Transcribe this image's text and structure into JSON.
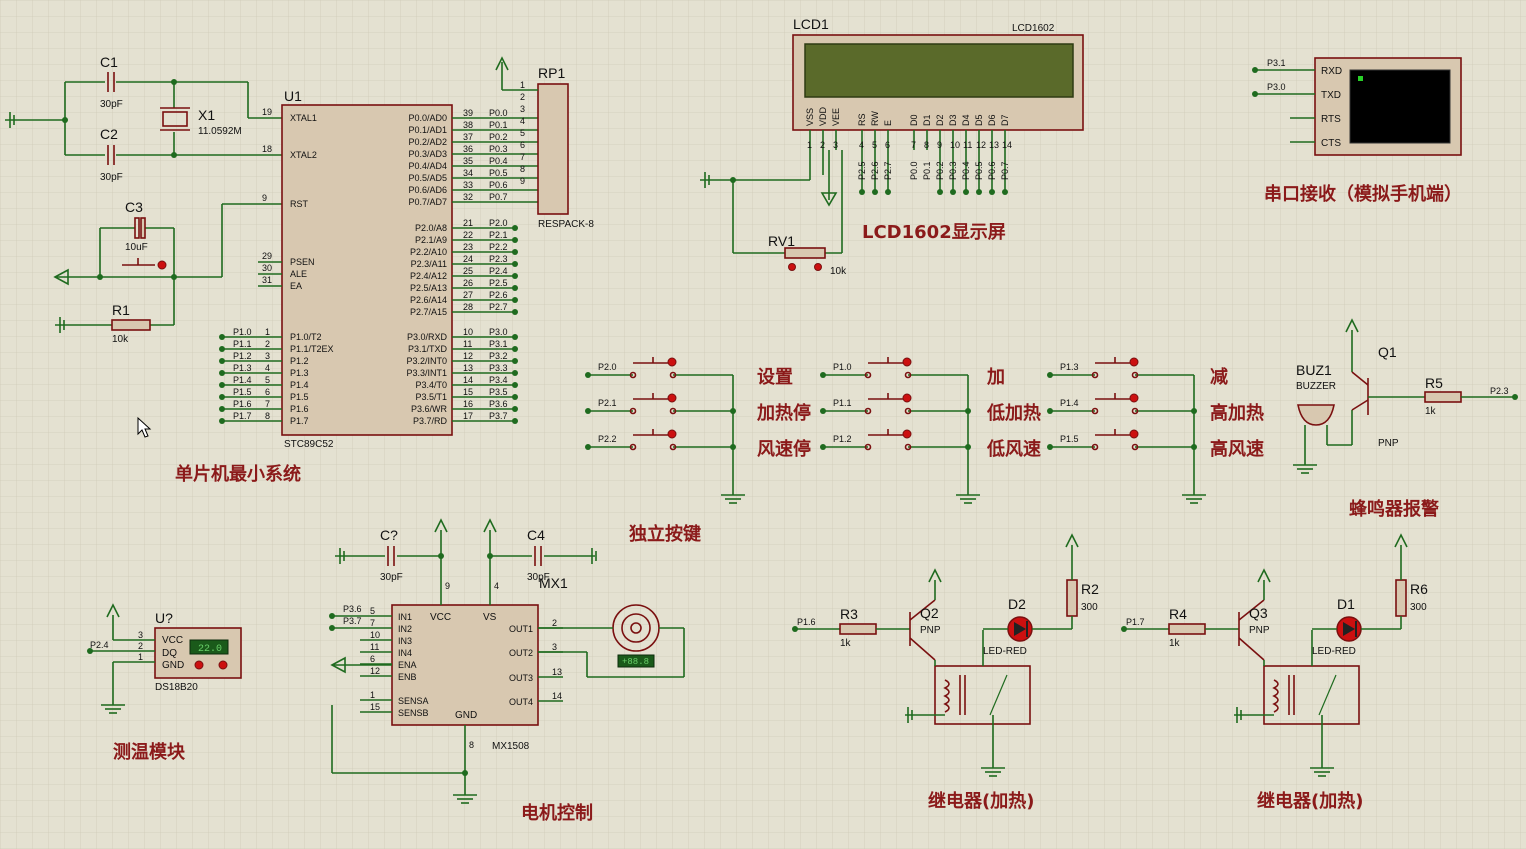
{
  "labels": {
    "c1": "C1",
    "c1_val": "30pF",
    "c2": "C2",
    "c2_val": "30pF",
    "x1": "X1",
    "x1_val": "11.0592M",
    "c3": "C3",
    "c3_val": "10uF",
    "r1": "R1",
    "r1_val": "10k",
    "u1": "U1",
    "u1_part": "STC89C52",
    "rp1": "RP1",
    "rp1_part": "RESPACK-8",
    "lcd1": "LCD1",
    "lcd_part": "LCD1602",
    "rv1": "RV1",
    "rv1_val": "10k",
    "buz1": "BUZ1",
    "buz_part": "BUZZER",
    "q1": "Q1",
    "q1_type": "PNP",
    "r5": "R5",
    "r5_val": "1k",
    "p23": "P2.3",
    "cq": "C?",
    "cq_val": "30pF",
    "c4": "C4",
    "c4_val": "30pF",
    "mx1": "MX1",
    "mx_part": "MX1508",
    "uq": "U?",
    "ds_part": "DS18B20",
    "ds_temp": "22.0",
    "motor_readout": "+88.8",
    "q2": "Q2",
    "q2_type": "PNP",
    "r3": "R3",
    "r3_val": "1k",
    "d2": "D2",
    "d2_part": "LED-RED",
    "r2": "R2",
    "r2_val": "300",
    "q3": "Q3",
    "q3_type": "PNP",
    "r4": "R4",
    "r4_val": "1k",
    "d1": "D1",
    "d1_part": "LED-RED",
    "r6": "R6",
    "r6_val": "300",
    "p16": "P1.6",
    "p17": "P1.7",
    "p24": "P2.4",
    "p36": "P3.6",
    "p37": "P3.7",
    "p31": "P3.1",
    "p30": "P3.0",
    "rxd": "RXD",
    "txd": "TXD",
    "rts": "RTS",
    "cts": "CTS"
  },
  "mcu": {
    "left_pins": [
      {
        "num": "19",
        "name": "XTAL1"
      },
      {
        "num": "18",
        "name": "XTAL2"
      },
      {
        "num": "9",
        "name": "RST"
      },
      {
        "num": "29",
        "name": "PSEN"
      },
      {
        "num": "30",
        "name": "ALE"
      },
      {
        "num": "31",
        "name": "EA"
      }
    ],
    "p1_pins": [
      {
        "num": "1",
        "name": "P1.0/T2",
        "net": "P1.0"
      },
      {
        "num": "2",
        "name": "P1.1/T2EX",
        "net": "P1.1"
      },
      {
        "num": "3",
        "name": "P1.2",
        "net": "P1.2"
      },
      {
        "num": "4",
        "name": "P1.3",
        "net": "P1.3"
      },
      {
        "num": "5",
        "name": "P1.4",
        "net": "P1.4"
      },
      {
        "num": "6",
        "name": "P1.5",
        "net": "P1.5"
      },
      {
        "num": "7",
        "name": "P1.6",
        "net": "P1.6"
      },
      {
        "num": "8",
        "name": "P1.7",
        "net": "P1.7"
      }
    ],
    "p0_pins": [
      {
        "num": "39",
        "name": "P0.0/AD0",
        "net": "P0.0"
      },
      {
        "num": "38",
        "name": "P0.1/AD1",
        "net": "P0.1"
      },
      {
        "num": "37",
        "name": "P0.2/AD2",
        "net": "P0.2"
      },
      {
        "num": "36",
        "name": "P0.3/AD3",
        "net": "P0.3"
      },
      {
        "num": "35",
        "name": "P0.4/AD4",
        "net": "P0.4"
      },
      {
        "num": "34",
        "name": "P0.5/AD5",
        "net": "P0.5"
      },
      {
        "num": "33",
        "name": "P0.6/AD6",
        "net": "P0.6"
      },
      {
        "num": "32",
        "name": "P0.7/AD7",
        "net": "P0.7"
      }
    ],
    "p2_pins": [
      {
        "num": "21",
        "name": "P2.0/A8",
        "net": "P2.0"
      },
      {
        "num": "22",
        "name": "P2.1/A9",
        "net": "P2.1"
      },
      {
        "num": "23",
        "name": "P2.2/A10",
        "net": "P2.2"
      },
      {
        "num": "24",
        "name": "P2.3/A11",
        "net": "P2.3"
      },
      {
        "num": "25",
        "name": "P2.4/A12",
        "net": "P2.4"
      },
      {
        "num": "26",
        "name": "P2.5/A13",
        "net": "P2.5"
      },
      {
        "num": "27",
        "name": "P2.6/A14",
        "net": "P2.6"
      },
      {
        "num": "28",
        "name": "P2.7/A15",
        "net": "P2.7"
      }
    ],
    "p3_pins": [
      {
        "num": "10",
        "name": "P3.0/RXD",
        "net": "P3.0"
      },
      {
        "num": "11",
        "name": "P3.1/TXD",
        "net": "P3.1"
      },
      {
        "num": "12",
        "name": "P3.2/INT0",
        "net": "P3.2"
      },
      {
        "num": "13",
        "name": "P3.3/INT1",
        "net": "P3.3"
      },
      {
        "num": "14",
        "name": "P3.4/T0",
        "net": "P3.4"
      },
      {
        "num": "15",
        "name": "P3.5/T1",
        "net": "P3.5"
      },
      {
        "num": "16",
        "name": "P3.6/WR",
        "net": "P3.6"
      },
      {
        "num": "17",
        "name": "P3.7/RD",
        "net": "P3.7"
      }
    ],
    "rp_pins": [
      "1",
      "2",
      "3",
      "4",
      "5",
      "6",
      "7",
      "8",
      "9"
    ]
  },
  "lcd": {
    "pins": [
      "VSS",
      "VDD",
      "VEE",
      "RS",
      "RW",
      "E",
      "D0",
      "D1",
      "D2",
      "D3",
      "D4",
      "D5",
      "D6",
      "D7"
    ],
    "nums": [
      "1",
      "2",
      "3",
      "4",
      "5",
      "6",
      "7",
      "8",
      "9",
      "10",
      "11",
      "12",
      "13",
      "14"
    ],
    "nets": [
      "P2.5",
      "P2.6",
      "P2.7",
      "P0.0",
      "P0.1",
      "P0.2",
      "P0.3",
      "P0.4",
      "P0.5",
      "P0.6",
      "P0.7"
    ]
  },
  "keys": {
    "col1": [
      "P2.0",
      "P2.1",
      "P2.2"
    ],
    "col2": [
      "P1.0",
      "P1.1",
      "P1.2"
    ],
    "col3": [
      "P1.3",
      "P1.4",
      "P1.5"
    ],
    "names1": [
      "设置",
      "加热停",
      "风速停"
    ],
    "names2": [
      "加",
      "低加热",
      "低风速"
    ],
    "names3": [
      "减",
      "高加热",
      "高风速"
    ]
  },
  "mx": {
    "left": [
      {
        "num": "5",
        "name": "IN1"
      },
      {
        "num": "7",
        "name": "IN2"
      },
      {
        "num": "10",
        "name": "IN3"
      },
      {
        "num": "11",
        "name": "IN4"
      },
      {
        "num": "6",
        "name": "ENA"
      },
      {
        "num": "12",
        "name": "ENB"
      },
      {
        "num": "1",
        "name": "SENSA"
      },
      {
        "num": "15",
        "name": "SENSB"
      }
    ],
    "right": [
      {
        "num": "2",
        "name": "OUT1"
      },
      {
        "num": "3",
        "name": "OUT2"
      },
      {
        "num": "13",
        "name": "OUT3"
      },
      {
        "num": "14",
        "name": "OUT4"
      }
    ],
    "vcc": "VCC",
    "vs": "VS",
    "gnd": "GND",
    "pin9": "9",
    "pin4": "4",
    "pin8": "8"
  },
  "ds": {
    "vcc": "VCC",
    "dq": "DQ",
    "gnd": "GND",
    "n3": "3",
    "n2": "2",
    "n1": "1"
  },
  "sections": {
    "mcu": "单片机最小系统",
    "lcd": "LCD1602显示屏",
    "uart": "串口接收（模拟手机端）",
    "keys": "独立按键",
    "buzzer": "蜂鸣器报警",
    "temp": "测温模块",
    "motor": "电机控制",
    "relay1": "继电器(加热)",
    "relay2": "继电器(加热)"
  },
  "colors": {
    "wire": "#1f6b1f",
    "body": "#7a1010",
    "label": "#8b1a1a",
    "lcd_screen": "#5a6a2a",
    "terminal": "#000000"
  }
}
